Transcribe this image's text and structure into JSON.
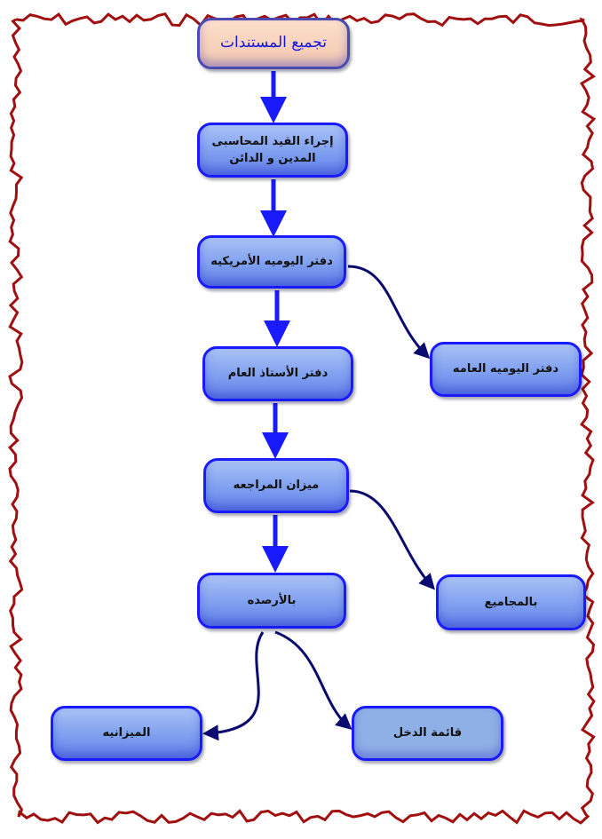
{
  "nodes": {
    "collect": "تجميع المستندات",
    "entry_line1": "إجراء القيد المحاسبى",
    "entry_line2": "المدين و الدائن",
    "american_journal": "دفتر اليوميه الأمريكيه",
    "general_journal": "دفتر اليوميه العامه",
    "ledger": "دفتر الأستاذ العام",
    "trial_balance": "ميزان المراجعه",
    "by_totals": "بالمجاميع",
    "by_balances": "بالأرصده",
    "balance_sheet": "الميزانيه",
    "income_statement": "قائمة الدخل"
  },
  "colors": {
    "border": "#a01010",
    "arrow": "#1a1aff",
    "curve": "#0a0a70"
  }
}
